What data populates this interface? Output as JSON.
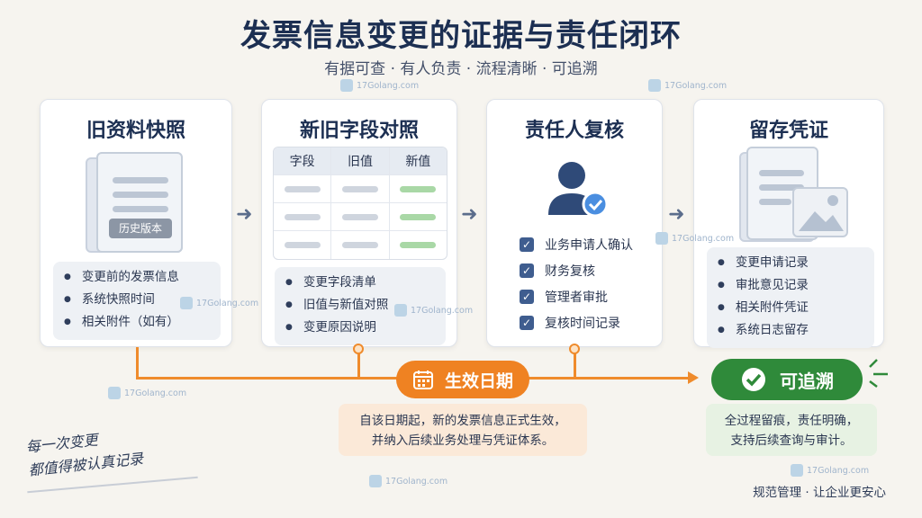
{
  "title": "发票信息变更的证据与责任闭环",
  "subtitle": "有据可查 · 有人负责 · 流程清晰 · 可追溯",
  "cards": [
    {
      "title": "旧资料快照",
      "tag": "历史版本",
      "bullets": [
        "变更前的发票信息",
        "系统快照时间",
        "相关附件（如有）"
      ]
    },
    {
      "title": "新旧字段对照",
      "table_headers": [
        "字段",
        "旧值",
        "新值"
      ],
      "bullets": [
        "变更字段清单",
        "旧值与新值对照",
        "变更原因说明"
      ]
    },
    {
      "title": "责任人复核",
      "checks": [
        "业务申请人确认",
        "财务复核",
        "管理者审批",
        "复核时间记录"
      ]
    },
    {
      "title": "留存凭证",
      "bullets": [
        "变更申请记录",
        "审批意见记录",
        "相关附件凭证",
        "系统日志留存"
      ]
    }
  ],
  "effective": {
    "label": "生效日期",
    "note": [
      "自该日期起，新的发票信息正式生效，",
      "并纳入后续业务处理与凭证体系。"
    ]
  },
  "traceable": {
    "label": "可追溯",
    "note": [
      "全过程留痕，责任明确，",
      "支持后续查询与审计。"
    ]
  },
  "handnote": [
    "每一次变更",
    "都值得被认真记录"
  ],
  "footer": "规范管理 · 让企业更安心",
  "watermark": "17Golang.com",
  "colors": {
    "accent": "#ef8222",
    "success": "#2f8a3a",
    "navy": "#1c2f52"
  }
}
